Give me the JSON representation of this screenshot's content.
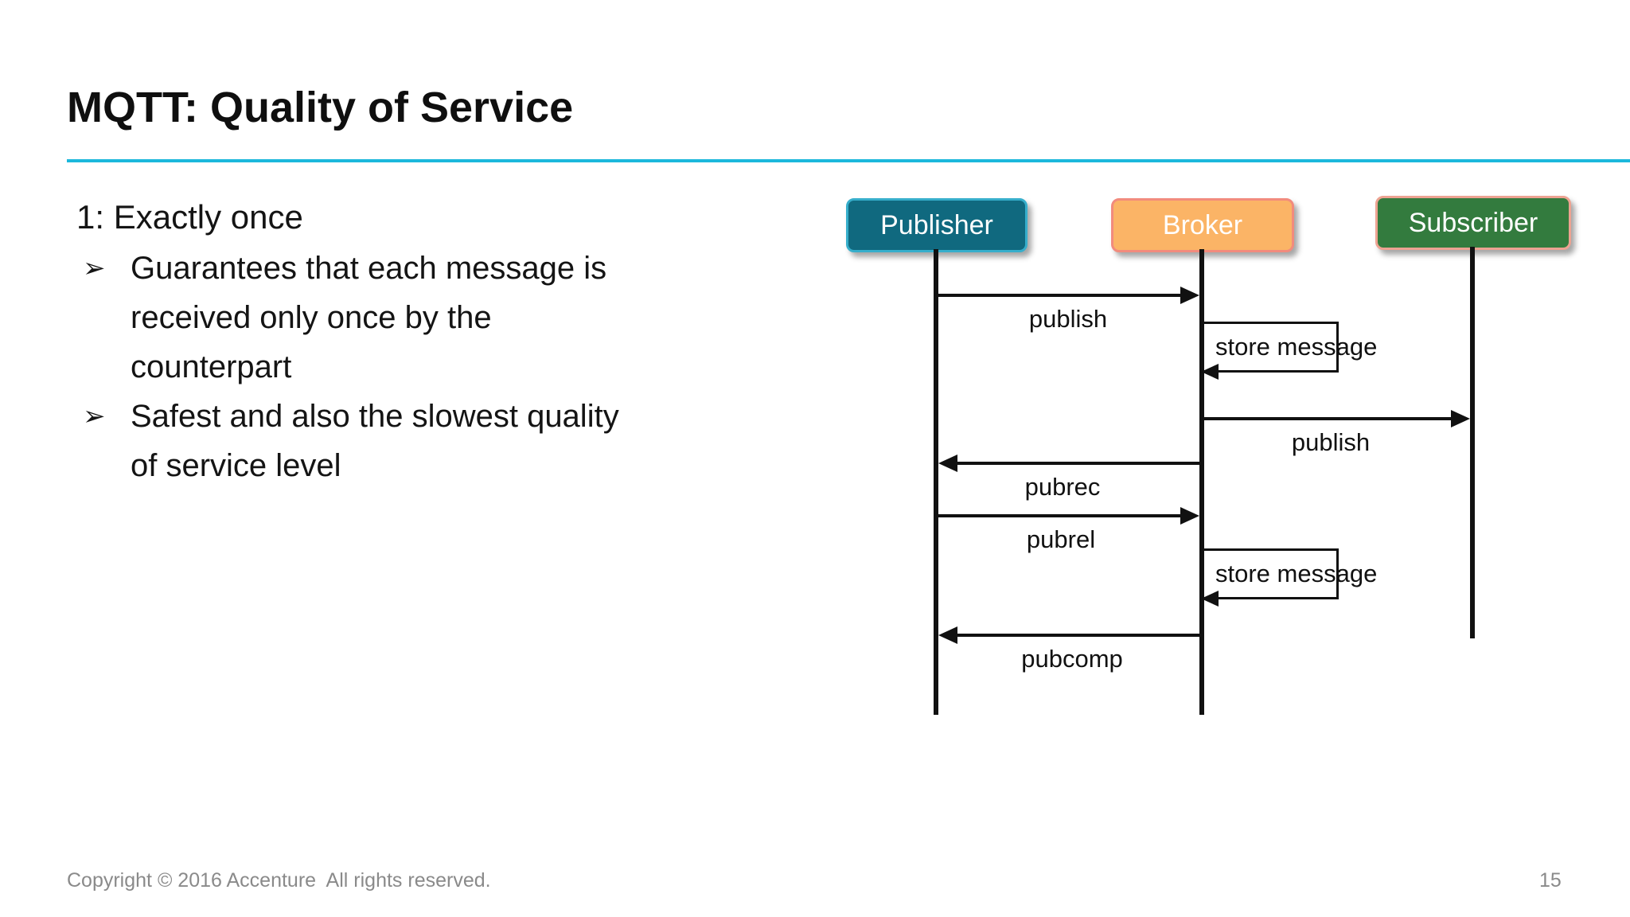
{
  "slide": {
    "title": "MQTT: Quality of Service",
    "accent_rule_color": "#1CB8DC",
    "background_color": "#FFFFFF",
    "footer": {
      "copyright": "Copyright © 2016 Accenture  All rights reserved.",
      "page_number": "15"
    }
  },
  "content": {
    "heading": "1: Exactly once",
    "bullet_char": "➢",
    "bullets": [
      "Guarantees that each message is\nreceived only once by the\ncounterpart",
      "Safest and also the slowest quality\nof service level"
    ]
  },
  "diagram": {
    "type": "sequence-diagram",
    "actors": [
      {
        "label": "Publisher",
        "fill": "#10697F",
        "border": "#36AECB",
        "text_color": "#FFFFFF"
      },
      {
        "label": "Broker",
        "fill": "#FBB466",
        "border": "#F28B7D",
        "text_color": "#FFFFFF"
      },
      {
        "label": "Subscriber",
        "fill": "#337B3E",
        "border": "#EDA392",
        "text_color": "#FFFFFF"
      }
    ],
    "messages": [
      {
        "label": "publish",
        "from": "Publisher",
        "to": "Broker",
        "type": "arrow"
      },
      {
        "label": "store message",
        "from": "Broker",
        "to": "Broker",
        "type": "self"
      },
      {
        "label": "publish",
        "from": "Broker",
        "to": "Subscriber",
        "type": "arrow"
      },
      {
        "label": "pubrec",
        "from": "Broker",
        "to": "Publisher",
        "type": "arrow"
      },
      {
        "label": "pubrel",
        "from": "Publisher",
        "to": "Broker",
        "type": "arrow"
      },
      {
        "label": "store message",
        "from": "Broker",
        "to": "Broker",
        "type": "self"
      },
      {
        "label": "pubcomp",
        "from": "Broker",
        "to": "Publisher",
        "type": "arrow"
      }
    ],
    "line_color": "#111111"
  }
}
